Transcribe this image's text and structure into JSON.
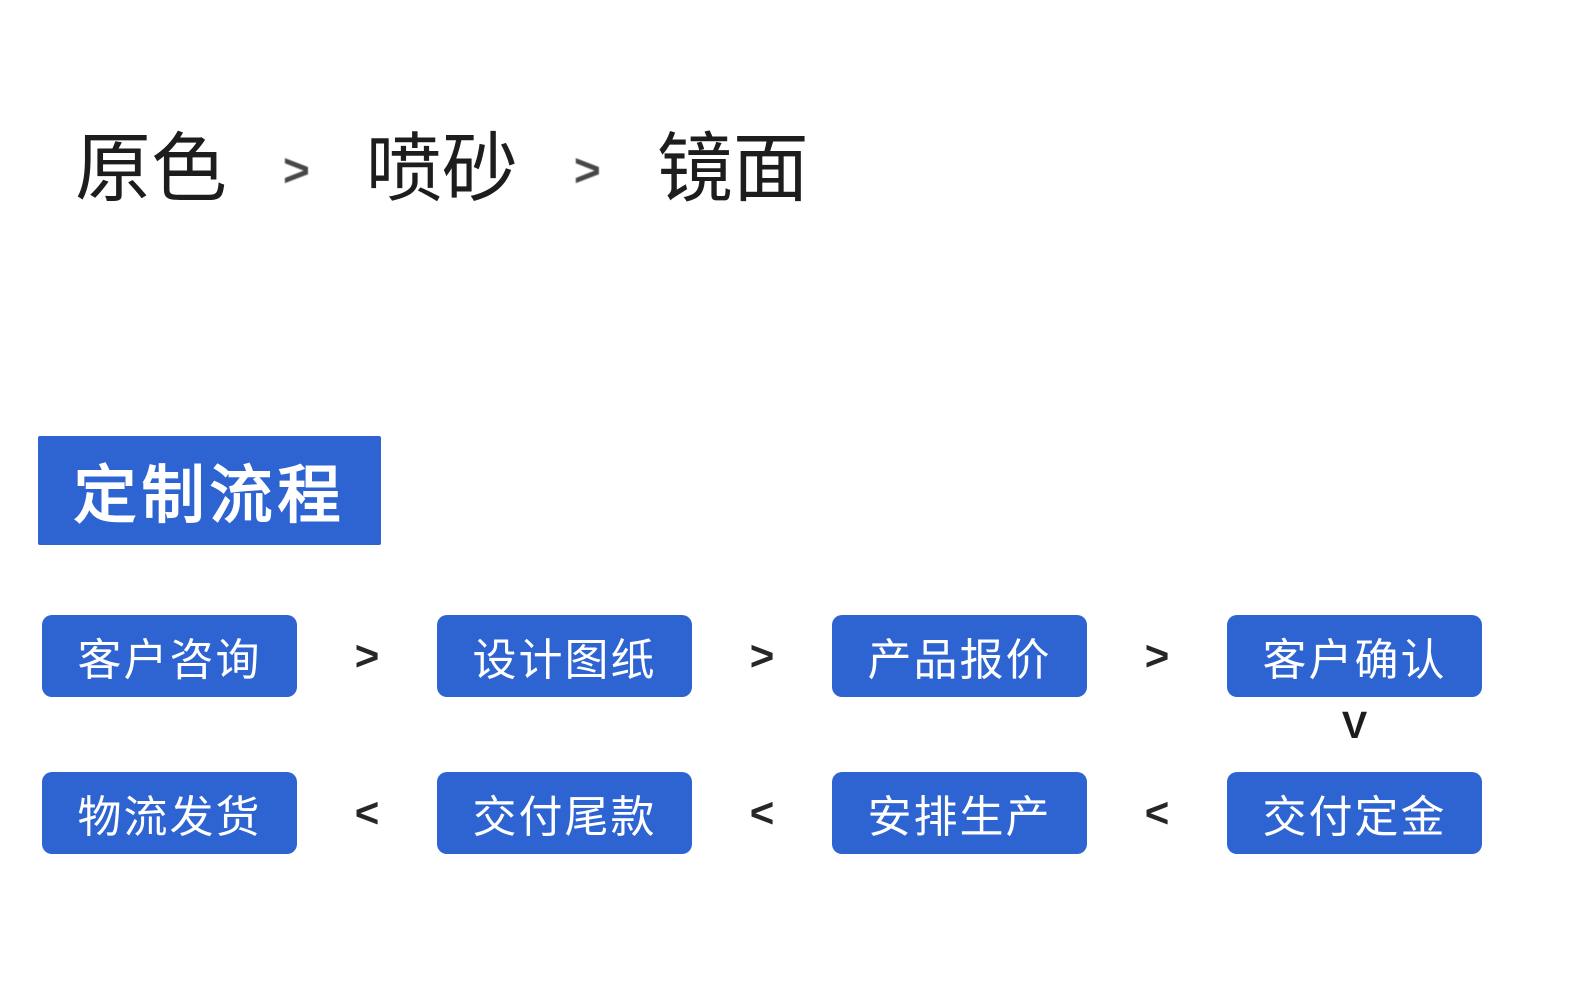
{
  "finishes": {
    "items": [
      "原色",
      "喷砂",
      "镜面"
    ],
    "separator": ">"
  },
  "section_header": {
    "title": "定制流程"
  },
  "process_flow": {
    "row1_steps": [
      "客户咨询",
      "设计图纸",
      "产品报价",
      "客户确认"
    ],
    "row2_steps": [
      "物流发货",
      "交付尾款",
      "安排生产",
      "交付定金"
    ],
    "forward_separator": ">",
    "backward_separator": "<",
    "down_connector": "V"
  },
  "colors": {
    "primary_blue": "#2d64d2",
    "text_dark": "#1d1d1d",
    "separator_dark": "#262626",
    "background": "#ffffff"
  }
}
